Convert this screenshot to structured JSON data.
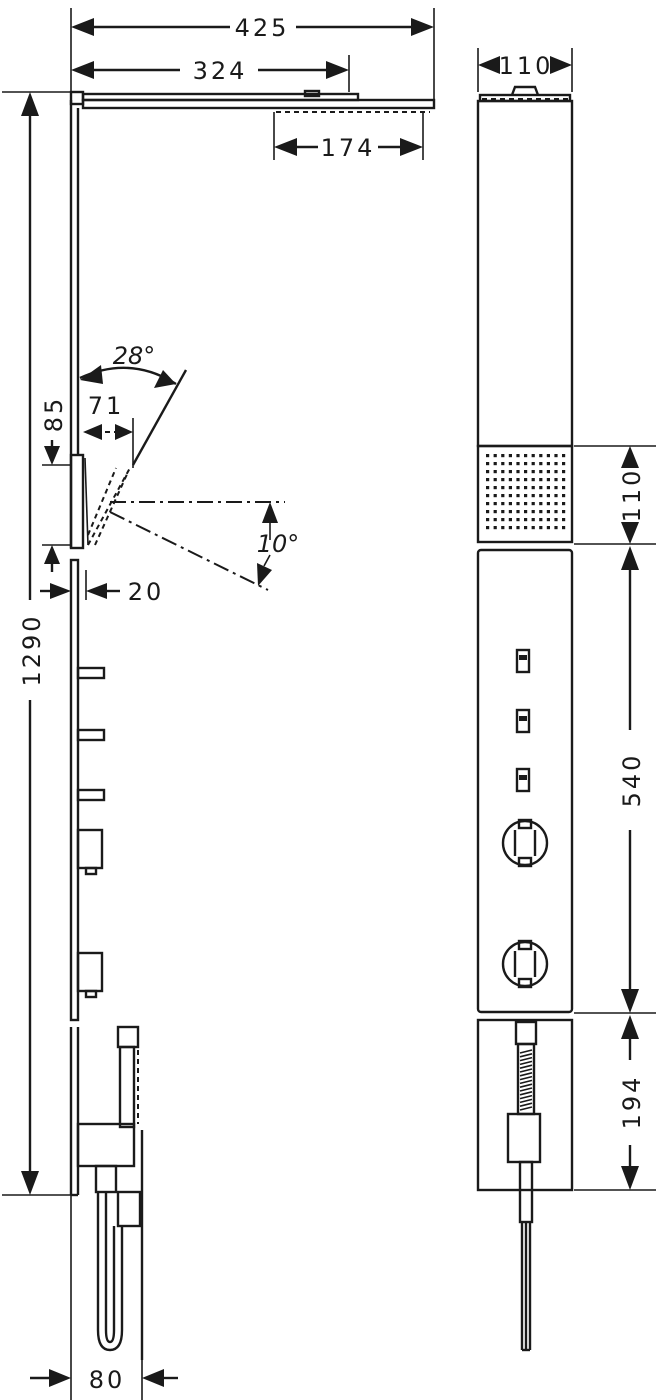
{
  "dimensions": {
    "width_total": "425",
    "width_to_arm": "324",
    "overhead_offset": "174",
    "panel_width": "110",
    "spray_angle": "28°",
    "body_jet_depth": "71",
    "body_jet_top": "85",
    "tilt_angle": "10°",
    "gap": "20",
    "overall_height": "1290",
    "jet_module_height": "110",
    "control_module_height": "540",
    "hand_shower_module_height": "194",
    "wall_offset": "80"
  }
}
